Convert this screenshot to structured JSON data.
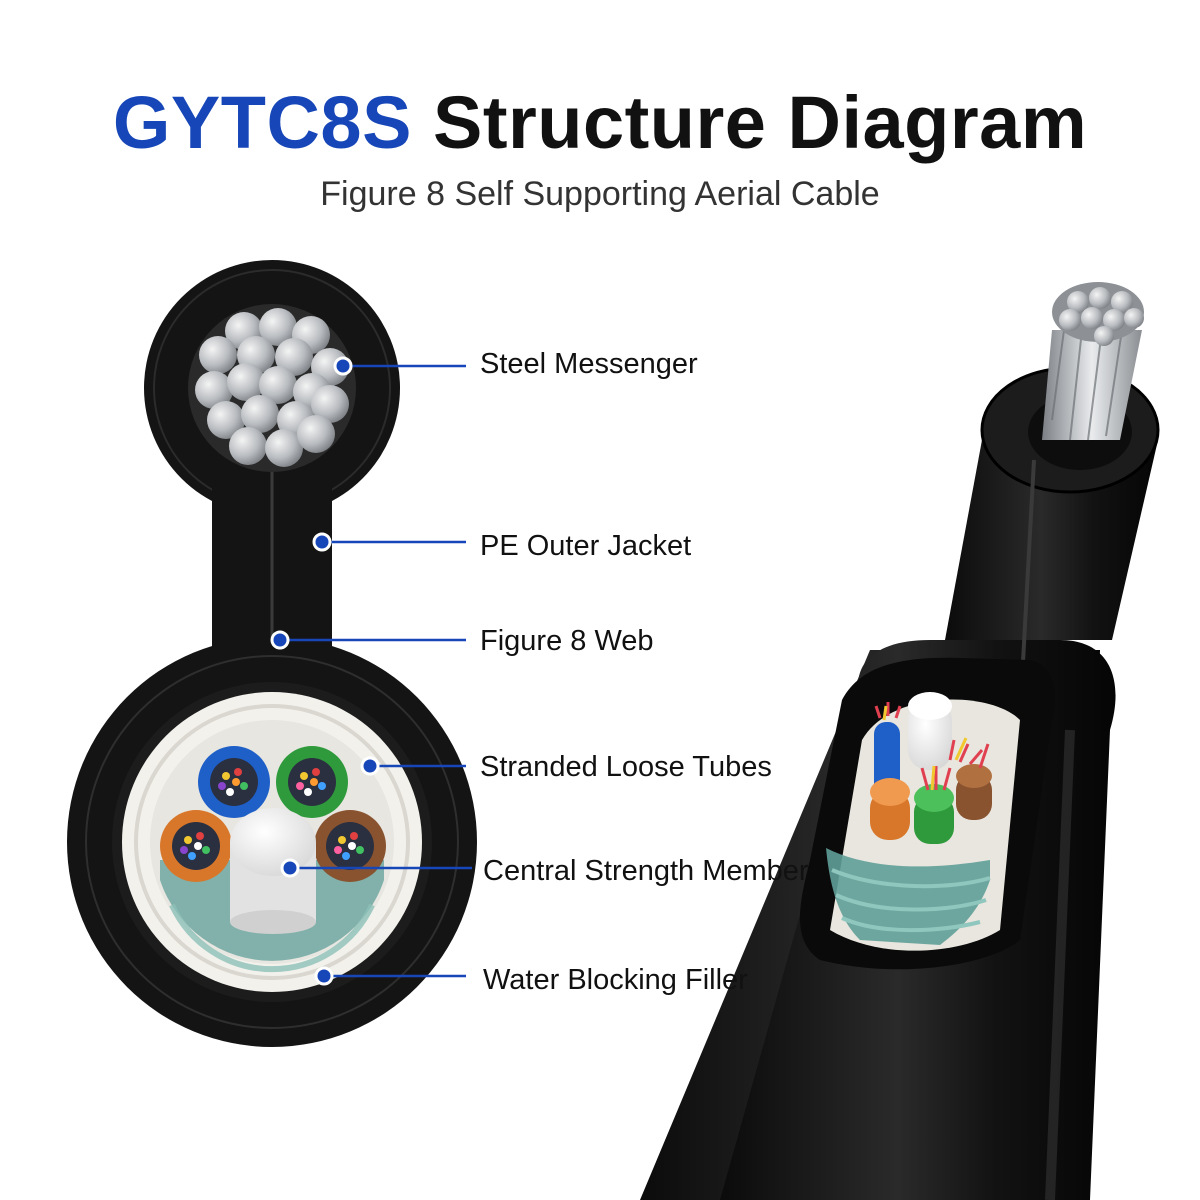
{
  "header": {
    "title_accent": "GYTC8S",
    "title_rest": "Structure Diagram",
    "subtitle": "Figure 8 Self Supporting Aerial Cable"
  },
  "labels": {
    "steel_messenger": "Steel Messenger",
    "pe_outer_jacket": "PE Outer Jacket",
    "figure8_web": "Figure 8 Web",
    "stranded_loose_tubes": "Stranded Loose Tubes",
    "central_strength_member": "Central Strength Member",
    "water_blocking_filler": "Water Blocking Filler"
  },
  "colors": {
    "accent": "#1646b8",
    "leader": "#1646b8",
    "jacket": "#151515",
    "tube_blue": "#1f5fc8",
    "tube_green": "#2f9a3c",
    "tube_orange": "#d8772a",
    "tube_brown": "#8a5330",
    "filler": "#6fa7a0"
  }
}
